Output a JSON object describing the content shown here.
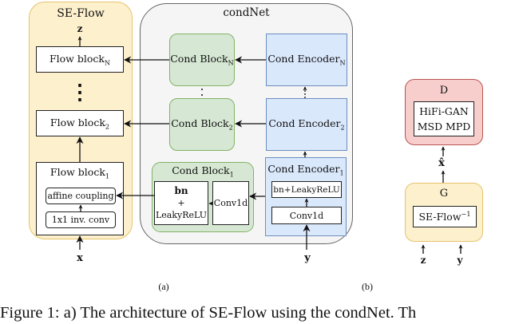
{
  "figure_a": {
    "se_flow": {
      "title": "SE-Flow",
      "output_var": "z",
      "input_var": "x",
      "blocks": [
        {
          "label": "Flow block",
          "sub": "N"
        },
        {
          "label": "Flow block",
          "sub": "2"
        },
        {
          "label": "Flow block",
          "sub": "1",
          "inner": [
            "affine coupling",
            "1x1 inv. conv"
          ]
        }
      ],
      "ellipsis": "⋮"
    },
    "condnet": {
      "title": "condNet",
      "input_var": "y",
      "cond_blocks": [
        {
          "label": "Cond Block",
          "sub": "N"
        },
        {
          "label": "Cond Block",
          "sub": "2"
        },
        {
          "label": "Cond Block",
          "sub": "1",
          "inner_left": [
            "bn",
            "+",
            "LeakyReLU"
          ],
          "inner_right": "Conv1d"
        }
      ],
      "cond_encoders": [
        {
          "label": "Cond Encoder",
          "sub": "N"
        },
        {
          "label": "Cond Encoder",
          "sub": "2"
        },
        {
          "label": "Cond Encoder",
          "sub": "1",
          "inner": [
            "bn+LeakyReLU",
            "Conv1d"
          ]
        }
      ]
    },
    "caption": "(a)"
  },
  "figure_b": {
    "discriminator": {
      "title": "D",
      "inner": [
        "HiFi-GAN",
        "MSD MPD"
      ]
    },
    "generator": {
      "title": "G",
      "inner": "SE-Flow",
      "inner_sup": "−1"
    },
    "intermediate_var": "x̂",
    "inputs": [
      "z",
      "y"
    ],
    "caption": "(b)"
  },
  "figure_caption": "Figure 1: a) The architecture of SE-Flow using the condNet.  Th",
  "colors": {
    "se_flow_fill": "#fdf0cd",
    "se_flow_border": "#e6c46e",
    "condnet_fill": "#f5f5f5",
    "condnet_border": "#666666",
    "cond_block_fill": "#d6e8d4",
    "cond_block_border": "#82b366",
    "cond_encoder_fill": "#dae8fc",
    "cond_encoder_border": "#6c8ebf",
    "discriminator_fill": "#f8cecc",
    "discriminator_border": "#b85450"
  }
}
